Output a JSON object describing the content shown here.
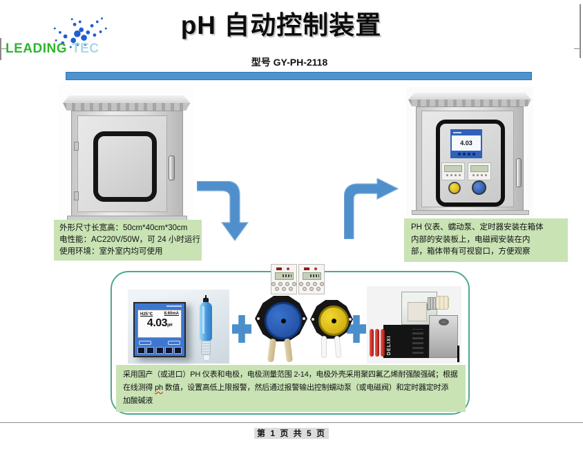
{
  "page": {
    "title": "pH 自动控制装置",
    "model": "型号 GY-PH-2118",
    "footer": "第 1 页 共 5 页"
  },
  "logo": {
    "leading": "LEADING",
    "tec": "TEC"
  },
  "spec_box_left": {
    "lines": [
      "外形尺寸长宽高：50cm*40cm*30cm",
      "电性能：AC220V/50W，可 24 小时运行",
      "使用环境：室外室内均可使用"
    ]
  },
  "spec_box_right": {
    "lines": [
      "PH 仪表、蠕动泵、定时器安装在箱体",
      "内部的安装板上，电磁阀安装在内",
      "部，箱体带有可视窗口，方便观察"
    ]
  },
  "description": {
    "line1": "采用国产（或进口）PH 仪表和电极，电极测量范围 2-14，电极外壳采用聚四氟乙烯耐强酸强碱；根据",
    "line2_pre": "在线测得 ",
    "line2_ph": "ph",
    "line2_post": " 数值，设置高低上限报警，然后通过报警输出控制蠕动泵（或电磁阀）和定时器定时添",
    "line3": "加酸碱液"
  },
  "ph_meter": {
    "temp": "H25℃",
    "current": "8.60mA",
    "value": "4.03",
    "unit": "pH"
  },
  "valve": {
    "brand": "DELIXI"
  },
  "colors": {
    "divider_blue": "#4f93ce",
    "arrow_blue": "#4f8fcc",
    "spec_box_green": "#c9e3b5",
    "group_frame_teal": "#4aa98c",
    "logo_green": "#2db52d",
    "logo_light_blue": "#a9dae6",
    "logo_dot_blue": "#1f5fd0"
  }
}
